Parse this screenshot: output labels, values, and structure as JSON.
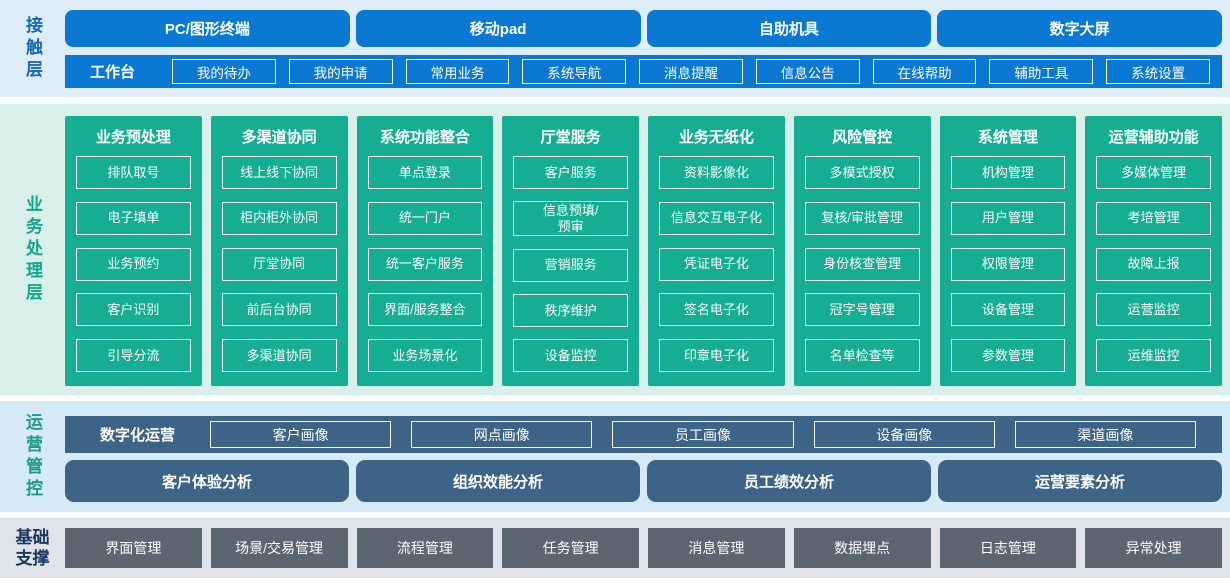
{
  "palette": {
    "bright_blue": "#0b79d4",
    "contact_bg": "#ddeef9",
    "contact_label": "#1766b8",
    "green_panel": "#15ae93",
    "business_bg": "#d9efe9",
    "business_label": "#10a78c",
    "slate_blue": "#3d6486",
    "operations_bg": "#d5eaf6",
    "operations_label": "#1d9a8b",
    "foundation_box": "#5c6670",
    "foundation_bg": "#e0e3e8",
    "foundation_label": "#17375e"
  },
  "layers": {
    "contact": {
      "label": "接触层",
      "channels": [
        "PC/图形终端",
        "移动pad",
        "自助机具",
        "数字大屏"
      ],
      "workbench": {
        "label": "工作台",
        "items": [
          "我的待办",
          "我的申请",
          "常用业务",
          "系统导航",
          "消息提醒",
          "信息公告",
          "在线帮助",
          "辅助工具",
          "系统设置"
        ]
      }
    },
    "business": {
      "label": "业务处理层",
      "columns": [
        {
          "title": "业务预处理",
          "items": [
            "排队取号",
            "电子填单",
            "业务预约",
            "客户识别",
            "引导分流"
          ]
        },
        {
          "title": "多渠道协同",
          "items": [
            "线上线下协同",
            "柜内柜外协同",
            "厅堂协同",
            "前后台协同",
            "多渠道协同"
          ]
        },
        {
          "title": "系统功能整合",
          "items": [
            "单点登录",
            "统一门户",
            "统一客户服务",
            "界面/服务整合",
            "业务场景化"
          ]
        },
        {
          "title": "厅堂服务",
          "items": [
            "客户服务",
            "信息预填/\n预审",
            "营销服务",
            "秩序维护",
            "设备监控"
          ]
        },
        {
          "title": "业务无纸化",
          "items": [
            "资料影像化",
            "信息交互电子化",
            "凭证电子化",
            "签名电子化",
            "印章电子化"
          ]
        },
        {
          "title": "风险管控",
          "items": [
            "多模式授权",
            "复核/审批管理",
            "身份核查管理",
            "冠字号管理",
            "名单检查等"
          ]
        },
        {
          "title": "系统管理",
          "items": [
            "机构管理",
            "用户管理",
            "权限管理",
            "设备管理",
            "参数管理"
          ]
        },
        {
          "title": "运营辅助功能",
          "items": [
            "多媒体管理",
            "考培管理",
            "故障上报",
            "运营监控",
            "运维监控"
          ]
        }
      ]
    },
    "operations": {
      "label": "运营管控",
      "digital_row": {
        "label": "数字化运营",
        "items": [
          "客户画像",
          "网点画像",
          "员工画像",
          "设备画像",
          "渠道画像"
        ]
      },
      "analysis_row": [
        "客户体验分析",
        "组织效能分析",
        "员工绩效分析",
        "运营要素分析"
      ]
    },
    "foundation": {
      "label": "基础支撑",
      "items": [
        "界面管理",
        "场景/交易管理",
        "流程管理",
        "任务管理",
        "消息管理",
        "数据埋点",
        "日志管理",
        "异常处理"
      ]
    }
  }
}
